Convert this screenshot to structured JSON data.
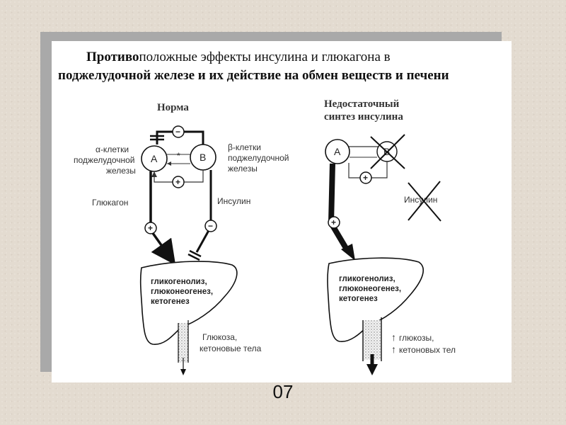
{
  "title": {
    "line1_bold": "Противо",
    "line1_rest": "положные эффекты инсулина и глюкагона в",
    "line2": "поджелудочной железе и их действие на обмен веществ и печени"
  },
  "norm": {
    "heading": "Норма",
    "alpha_label": [
      "α-клетки",
      "поджелудочной",
      "железы"
    ],
    "beta_label": [
      "β-клетки",
      "поджелудочной",
      "железы"
    ],
    "cell_a": "A",
    "cell_b": "B",
    "star": "*",
    "glucagon": "Глюкагон",
    "insulin": "Инсулин",
    "sign_minus": "−",
    "sign_plus": "+",
    "liver_text": [
      "гликогенолиз,",
      "глюконеогенез,",
      "кетогенез"
    ],
    "output": [
      "Глюкоза,",
      "кетоновые тела"
    ]
  },
  "deficit": {
    "heading": [
      "Недостаточный",
      "синтез инсулина"
    ],
    "cell_a": "A",
    "cell_b": "B",
    "insulin": "Инсулин",
    "sign_plus": "+",
    "liver_text": [
      "гликогенолиз,",
      "глюконеогенез,",
      "кетогенез"
    ],
    "output": [
      "глюкозы,",
      "кетоновых тел"
    ],
    "up_arrow": "↑"
  },
  "slide_number": "07"
}
